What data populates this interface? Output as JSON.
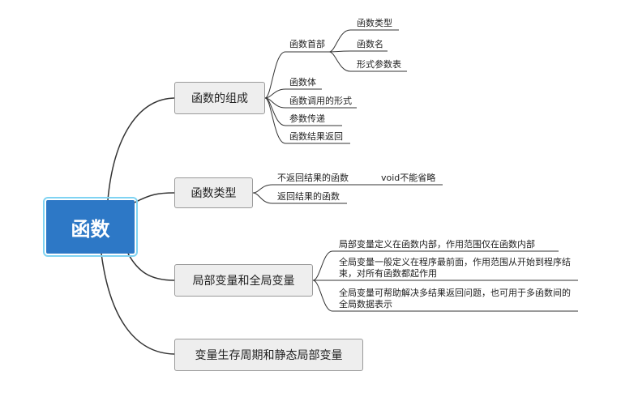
{
  "root": {
    "label": "函数"
  },
  "branches": {
    "composition": {
      "label": "函数的组成",
      "header": {
        "label": "函数首部",
        "items": [
          "函数类型",
          "函数名",
          "形式参数表"
        ]
      },
      "items": [
        "函数体",
        "函数调用的形式",
        "参数传递",
        "函数结果返回"
      ]
    },
    "types": {
      "label": "函数类型",
      "no_return": "不返回结果的函数",
      "no_return_note": "void不能省略",
      "with_return": "返回结果的函数"
    },
    "scope": {
      "label": "局部变量和全局变量",
      "items": [
        "局部变量定义在函数内部，作用范围仅在函数内部",
        "全局变量一般定义在程序最前面，作用范围从开始到程序结束，对所有函数都起作用",
        "全局变量可帮助解决多结果返回问题，也可用于多函数间的全局数据表示"
      ]
    },
    "lifetime": {
      "label": "变量生存周期和静态局部变量"
    }
  }
}
